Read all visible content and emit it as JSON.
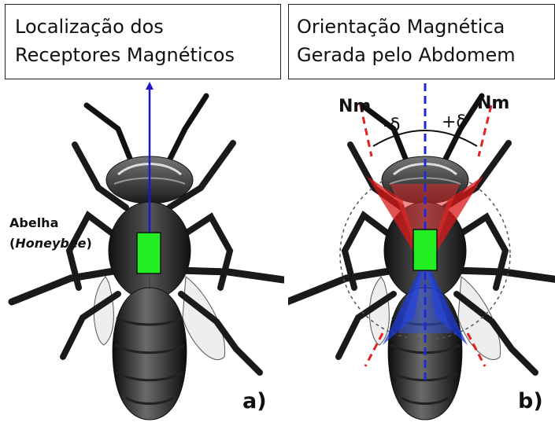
{
  "panel_a": {
    "title_line1": "Localização dos",
    "title_line2": "Receptores Magnéticos",
    "species_label": "Abelha",
    "species_paren_open": "(",
    "species_italic": "Honeybee",
    "species_paren_close": ")",
    "corner_label": "a)"
  },
  "panel_b": {
    "title_line1": "Orientação Magnética",
    "title_line2": "Gerada pelo Abdomem",
    "nm_left": "Nm",
    "nm_right": "Nm",
    "delta_minus": "-δ",
    "delta_plus": "+δ",
    "corner_label": "b)"
  },
  "colors": {
    "arrow_blue": "#1c16c8",
    "receptor_green": "#22ee22",
    "dashed_red": "#e22222",
    "dashed_blue": "#1c2ad8",
    "field_red": "#d81818",
    "field_blue": "#1c3ad8"
  },
  "icons": [
    "bee-illustration",
    "magnetic-axis-arrow",
    "receptor-marker"
  ]
}
